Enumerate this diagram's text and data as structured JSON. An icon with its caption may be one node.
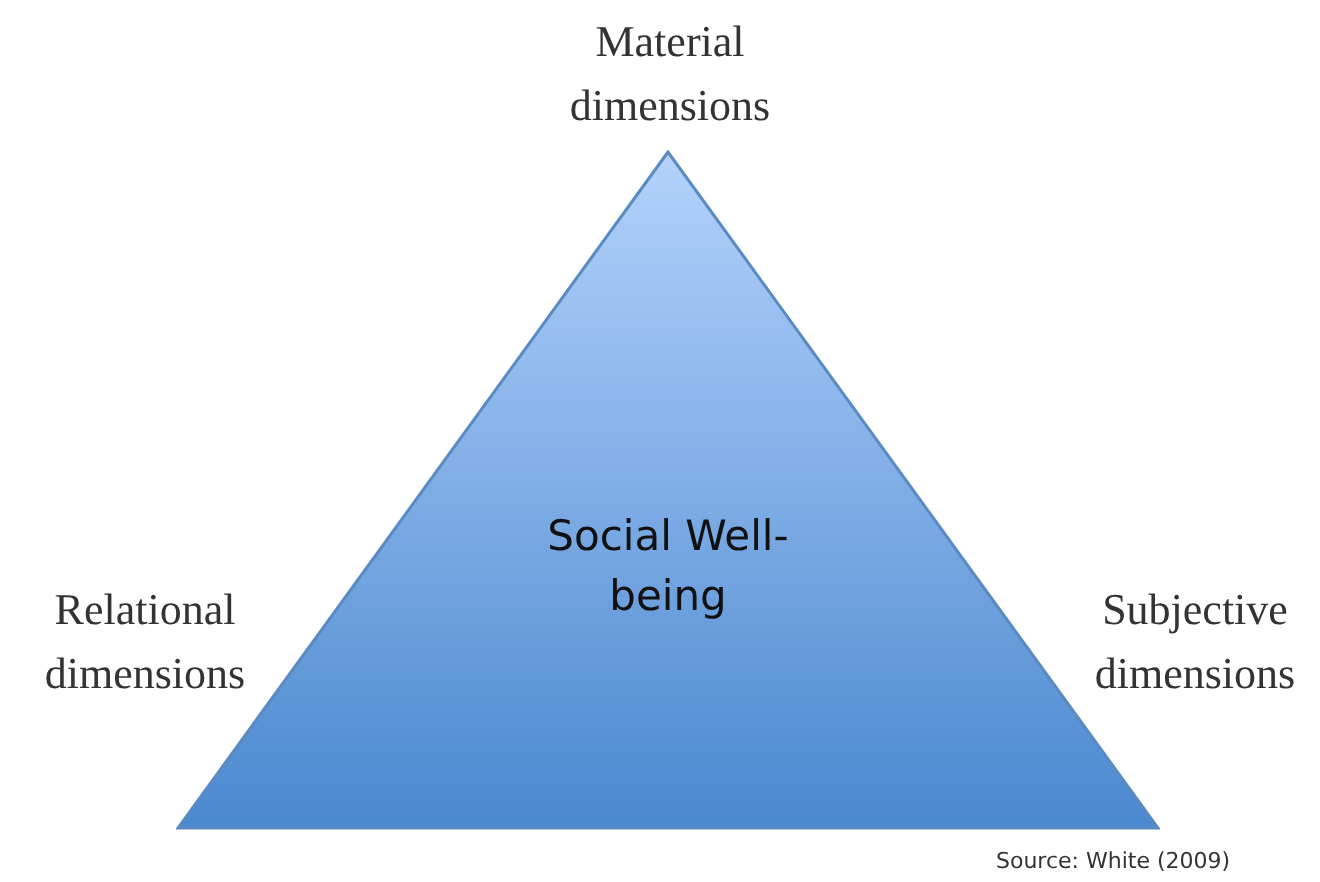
{
  "diagram": {
    "nodes": [
      {
        "text": [
          "Social Well-being"
        ]
      }
    ],
    "labels": [
      "Material dimensions",
      "Relational dimensions",
      "Subjective dimensions",
      "Source: White (2009)"
    ]
  }
}
